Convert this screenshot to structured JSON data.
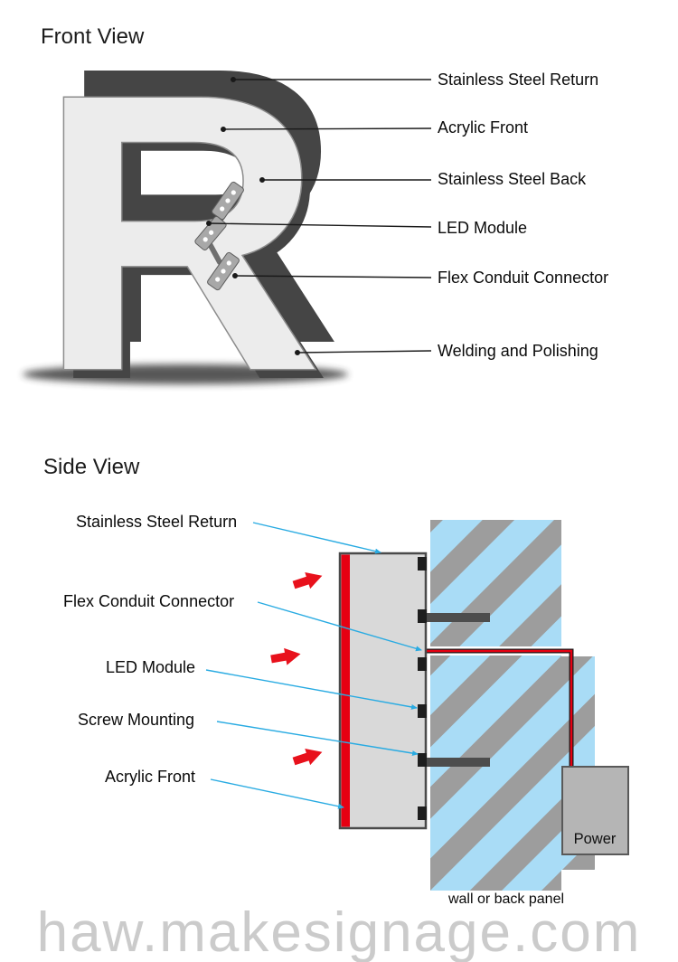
{
  "front_view": {
    "title": "Front View",
    "letter": "R",
    "labels": [
      "Stainless Steel Return",
      "Acrylic Front",
      "Stainless Steel Back",
      "LED Module",
      "Flex Conduit Connector",
      "Welding and Polishing"
    ]
  },
  "side_view": {
    "title": "Side View",
    "labels": [
      "Stainless Steel Return",
      "Flex Conduit Connector",
      "LED Module",
      "Screw Mounting",
      "Acrylic Front"
    ],
    "power_label": "Power",
    "wall_label": "wall or back panel"
  },
  "watermark": "haw.makesignage.com",
  "colors": {
    "accent_red": "#e60012",
    "hatch_blue": "#a9dcf6",
    "hatch_gray": "#9d9d9d",
    "leader_cyan": "#29abe2",
    "letter_return_gray": "#454545",
    "letter_face_gray": "#ececec"
  }
}
